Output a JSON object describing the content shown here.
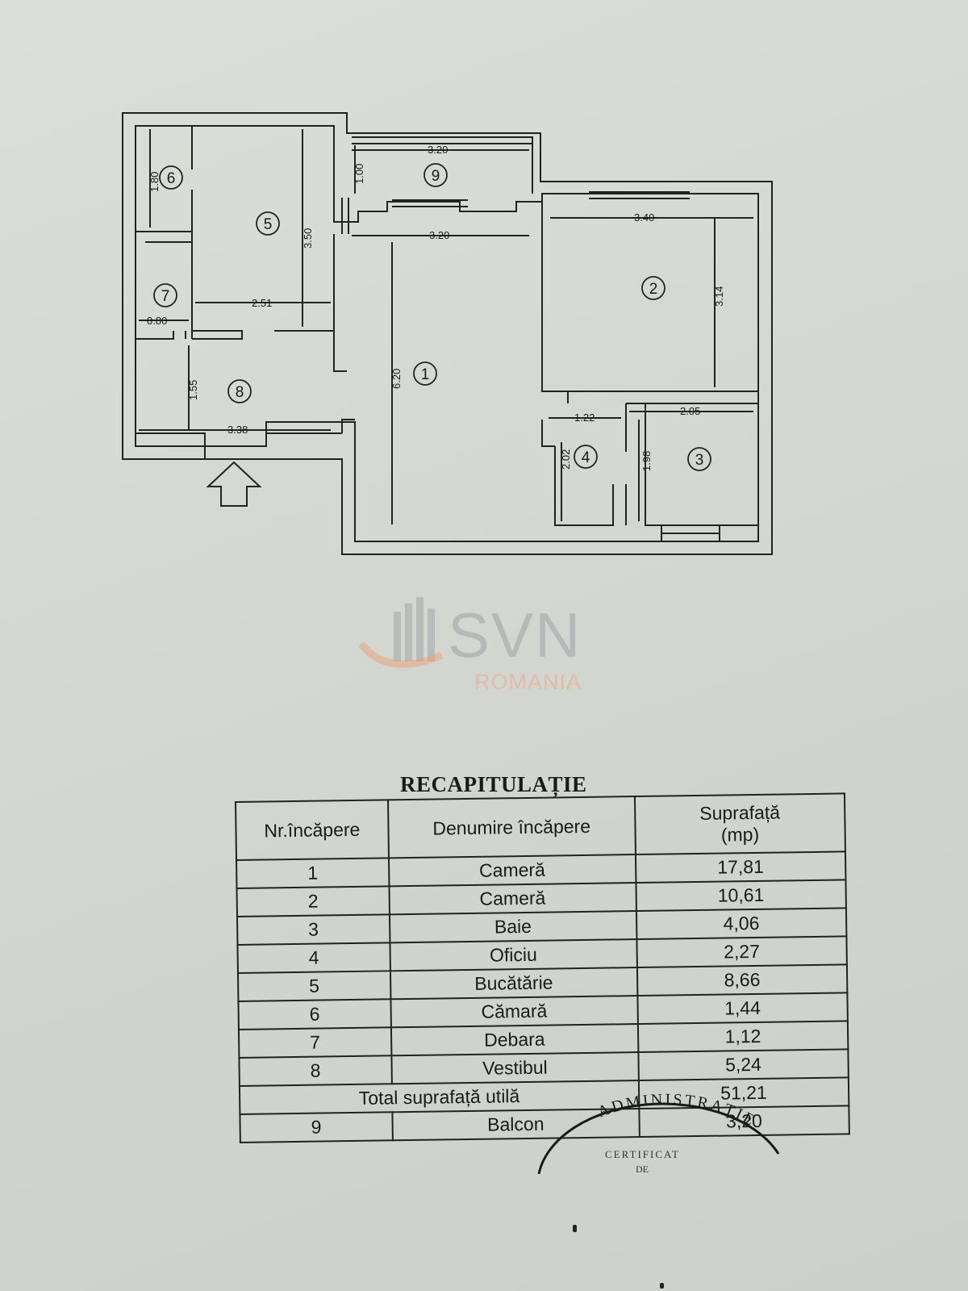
{
  "floor_plan": {
    "rooms": [
      {
        "id": "1",
        "label": "1"
      },
      {
        "id": "2",
        "label": "2"
      },
      {
        "id": "3",
        "label": "3"
      },
      {
        "id": "4",
        "label": "4"
      },
      {
        "id": "5",
        "label": "5"
      },
      {
        "id": "6",
        "label": "6"
      },
      {
        "id": "7",
        "label": "7"
      },
      {
        "id": "8",
        "label": "8"
      },
      {
        "id": "9",
        "label": "9"
      }
    ],
    "dimensions": {
      "balcony_top": "3.20",
      "balcony_side": "1.00",
      "room1_width": "3.20",
      "room1_length": "6.20",
      "room2_width": "3.40",
      "room2_height": "3.14",
      "room3_width": "2.05",
      "room3_height": "1.98",
      "room4_width": "1.22",
      "room4_height": "2.02",
      "room5_height": "3.50",
      "room5_width": "2.51",
      "room6_height": "1.80",
      "room7_width": "0.80",
      "room8_height": "1.55",
      "room8_width": "3.38"
    },
    "entrance_icon": "arrow-up-icon"
  },
  "watermark": {
    "brand": "SVN",
    "sub": "ROMANIA"
  },
  "recap": {
    "title": "RECAPITULAȚIE",
    "headers": {
      "nr": "Nr.încăpere",
      "name": "Denumire încăpere",
      "area_line1": "Suprafață",
      "area_line2": "(mp)"
    },
    "rows": [
      {
        "nr": "1",
        "name": "Cameră",
        "area": "17,81"
      },
      {
        "nr": "2",
        "name": "Cameră",
        "area": "10,61"
      },
      {
        "nr": "3",
        "name": "Baie",
        "area": "4,06"
      },
      {
        "nr": "4",
        "name": "Oficiu",
        "area": "2,27"
      },
      {
        "nr": "5",
        "name": "Bucătărie",
        "area": "8,66"
      },
      {
        "nr": "6",
        "name": "Cămară",
        "area": "1,44"
      },
      {
        "nr": "7",
        "name": "Debara",
        "area": "1,12"
      },
      {
        "nr": "8",
        "name": "Vestibul",
        "area": "5,24"
      }
    ],
    "total": {
      "label": "Total suprafață utilă",
      "area": "51,21"
    },
    "balcony": {
      "nr": "9",
      "name": "Balcon",
      "area": "3,20"
    }
  },
  "stamp": {
    "arc_text": "ADMINISTRAȚIE",
    "center_text": "CERTIFICAT",
    "bottom_text": "DE"
  }
}
